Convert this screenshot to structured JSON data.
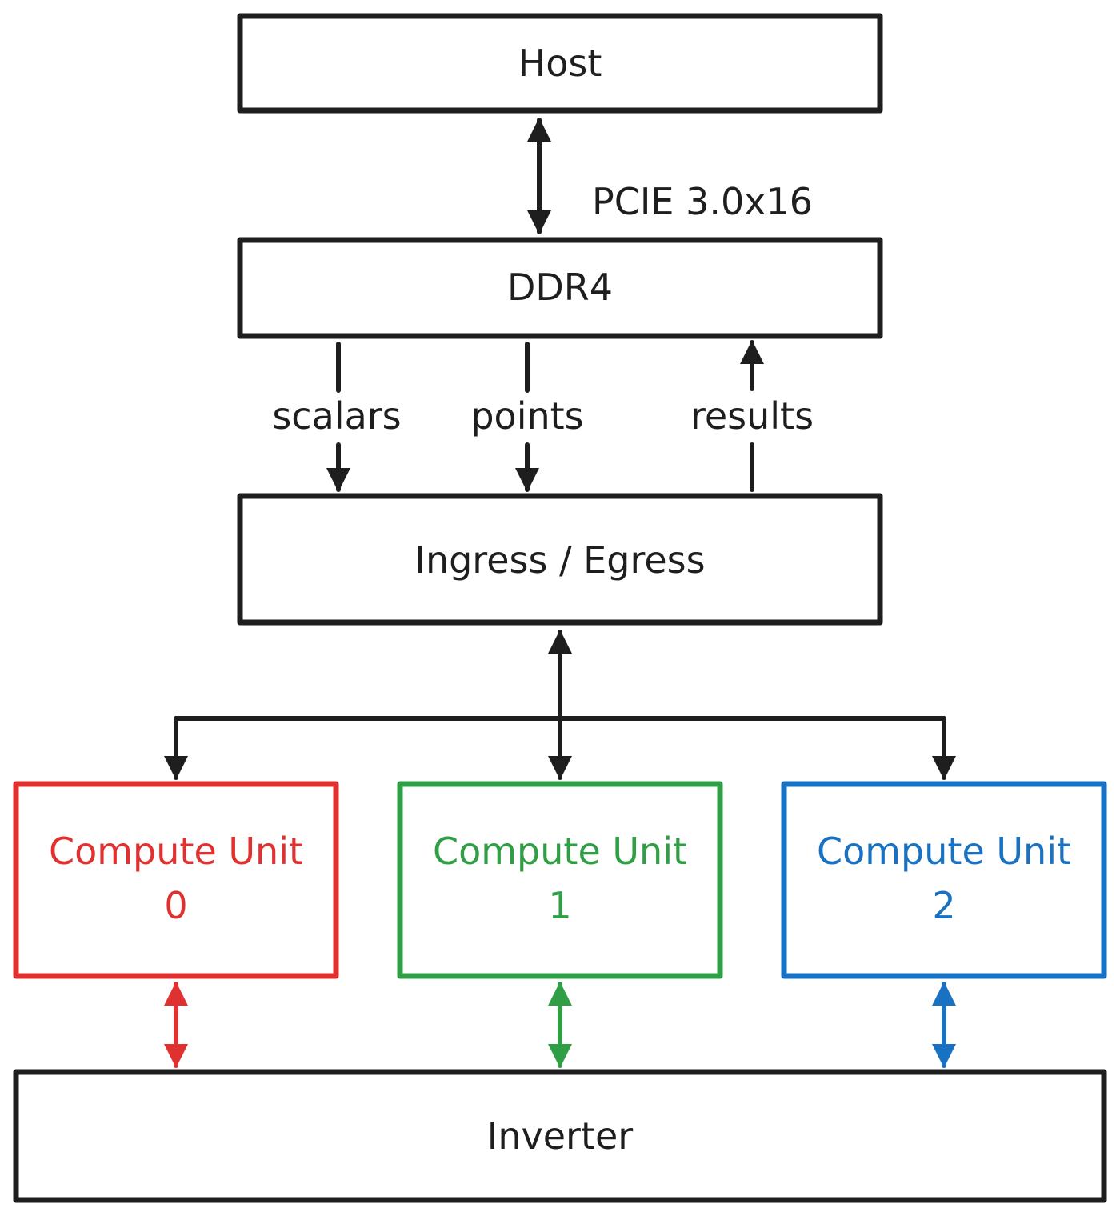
{
  "colors": {
    "ink": "#1e1e1e",
    "unit0": "#e03131",
    "unit1": "#2f9e44",
    "unit2": "#1971c2"
  },
  "blocks": {
    "host": "Host",
    "ddr4": "DDR4",
    "ingress_egress": "Ingress / Egress",
    "inverter": "Inverter"
  },
  "compute_units": [
    {
      "line1": "Compute Unit",
      "line2": "0",
      "color": "#e03131"
    },
    {
      "line1": "Compute Unit",
      "line2": "1",
      "color": "#2f9e44"
    },
    {
      "line1": "Compute Unit",
      "line2": "2",
      "color": "#1971c2"
    }
  ],
  "links": {
    "pcie": "PCIE 3.0x16",
    "scalars": "scalars",
    "points": "points",
    "results": "results"
  }
}
